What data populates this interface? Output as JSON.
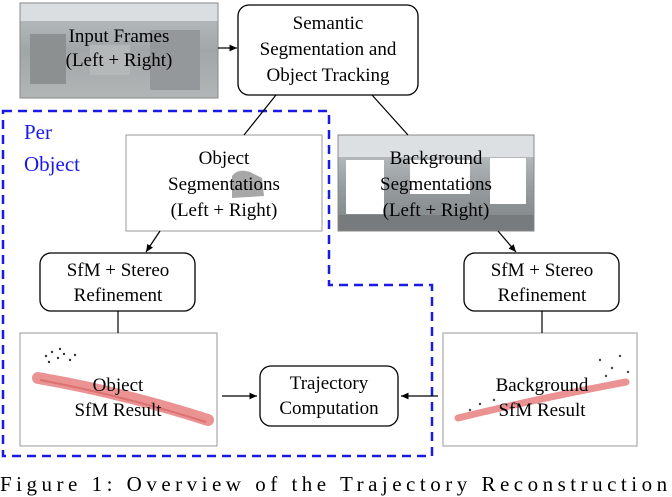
{
  "nodes": {
    "input_frames": {
      "line1": "Input Frames",
      "line2": "(Left + Right)"
    },
    "semantic_seg": {
      "line1": "Semantic",
      "line2": "Segmentation and",
      "line3": "Object Tracking"
    },
    "object_seg": {
      "line1": "Object",
      "line2": "Segmentations",
      "line3": "(Left + Right)"
    },
    "background_seg": {
      "line1": "Background",
      "line2": "Segmentations",
      "line3": "(Left + Right)"
    },
    "sfm_left": {
      "line1": "SfM + Stereo",
      "line2": "Refinement"
    },
    "sfm_right": {
      "line1": "SfM + Stereo",
      "line2": "Refinement"
    },
    "object_sfm": {
      "line1": "Object",
      "line2": "SfM Result"
    },
    "background_sfm": {
      "line1": "Background",
      "line2": "SfM Result"
    },
    "trajectory": {
      "line1": "Trajectory",
      "line2": "Computation"
    }
  },
  "per_object": {
    "line1": "Per",
    "line2": "Object"
  },
  "colors": {
    "dashed_region": "#1a1ae6",
    "point_cloud": "#e88080"
  },
  "caption": "Figure 1: Overview of the Trajectory Reconstruction"
}
